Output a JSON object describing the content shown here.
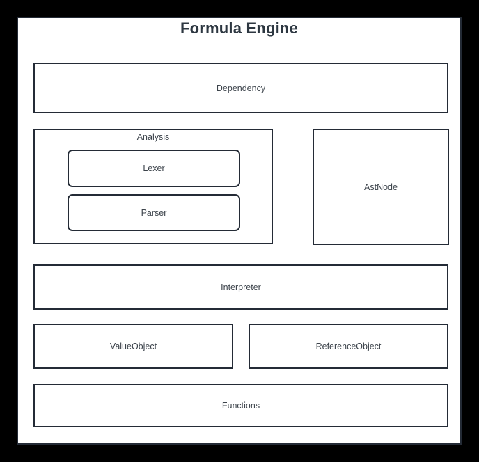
{
  "title": {
    "text": "Formula Engine"
  },
  "colors": {
    "page_background": "#000000",
    "card_background": "#ffffff",
    "node_border": "#242b36",
    "node_label": "#3c434b",
    "title_text": "#2d3741"
  },
  "nodes": {
    "dependency": {
      "label": "Dependency"
    },
    "analysis": {
      "label": "Analysis"
    },
    "lexer": {
      "label": "Lexer"
    },
    "parser": {
      "label": "Parser"
    },
    "astnode": {
      "label": "AstNode"
    },
    "interpreter": {
      "label": "Interpreter"
    },
    "valueobject": {
      "label": "ValueObject"
    },
    "referenceobject": {
      "label": "ReferenceObject"
    },
    "functions": {
      "label": "Functions"
    }
  }
}
